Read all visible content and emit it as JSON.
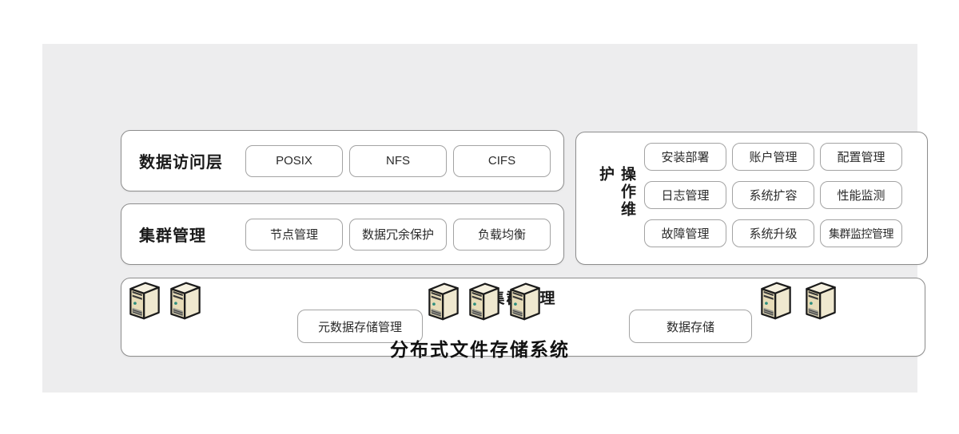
{
  "colors": {
    "panel_background": "#ededee",
    "page_background": "#ffffff",
    "box_border": "#8d8d8d",
    "chip_border": "#a3a3a3",
    "server_body": "#e7dcb8",
    "server_led": "#2e8f7e"
  },
  "caption": "分布式文件存储系统",
  "data_access_layer": {
    "label": "数据访问层",
    "items": [
      "POSIX",
      "NFS",
      "CIFS"
    ]
  },
  "cluster_management": {
    "label": "集群管理",
    "items": [
      "节点管理",
      "数据冗余保护",
      "负载均衡"
    ]
  },
  "operation_maintenance": {
    "label": "操作维护",
    "items": [
      "安装部署",
      "账户管理",
      "配置管理",
      "日志管理",
      "系统扩容",
      "性能监测",
      "故障管理",
      "系统升级",
      "集群监控管理"
    ]
  },
  "storage_cluster": {
    "label": "集群管理",
    "metadata_node": "元数据存储管理",
    "data_node": "数据存储",
    "server_groups": [
      2,
      3,
      2
    ]
  },
  "icons": {
    "server": "server-tower-icon"
  }
}
